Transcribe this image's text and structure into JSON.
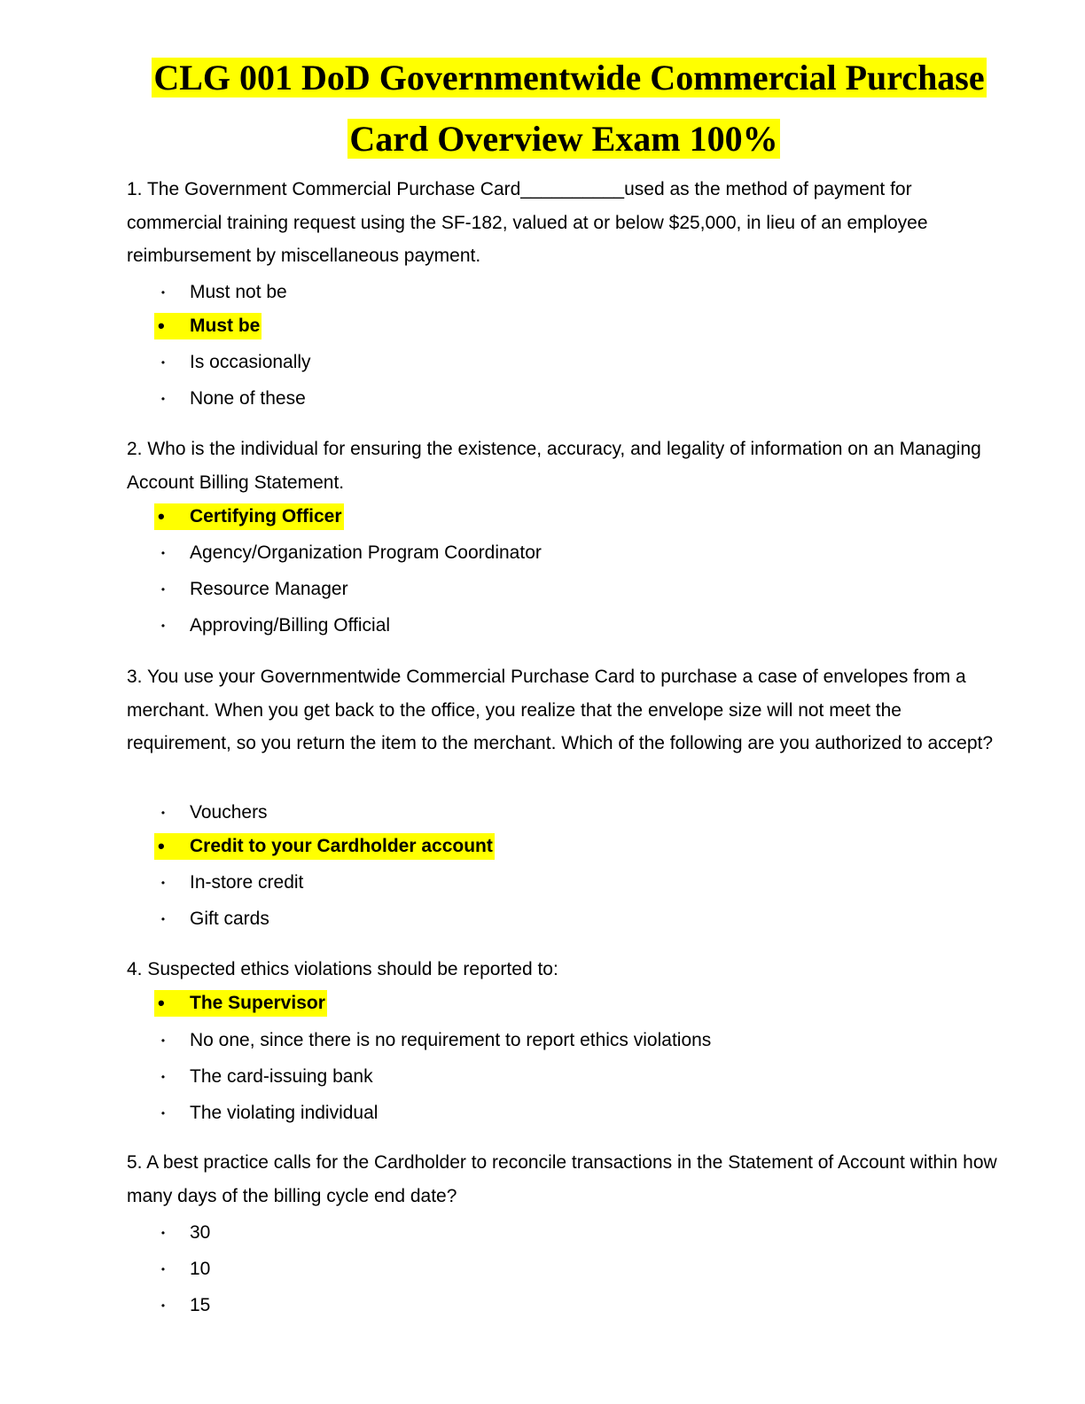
{
  "title": {
    "line1": "CLG 001 DoD Governmentwide Commercial Purchase",
    "line2": "Card Overview Exam 100%"
  },
  "questions": [
    {
      "text": "1. The Government Commercial Purchase Card__________used as the method of payment for commercial training request using the SF-182, valued at or below $25,000, in lieu of an employee reimbursement by miscellaneous payment.",
      "options": [
        {
          "bullet": "•",
          "label": "Must not be",
          "correct": false
        },
        {
          "bullet": "•",
          "label": "Must be",
          "correct": true
        },
        {
          "bullet": "•",
          "label": "Is occasionally",
          "correct": false
        },
        {
          "bullet": "•",
          "label": "None of these",
          "correct": false
        }
      ]
    },
    {
      "text": "2. Who is the individual for ensuring the existence, accuracy, and legality of information on an Managing Account Billing Statement.",
      "options": [
        {
          "bullet": "•",
          "label": "Certifying Officer",
          "correct": true
        },
        {
          "bullet": "•",
          "label": "Agency/Organization Program Coordinator",
          "correct": false
        },
        {
          "bullet": "•",
          "label": "Resource Manager",
          "correct": false
        },
        {
          "bullet": "•",
          "label": "Approving/Billing Official",
          "correct": false
        }
      ]
    },
    {
      "text": "3. You use your Governmentwide Commercial Purchase Card to purchase a case of envelopes from a merchant. When you get back to the office, you realize that the envelope size will not meet the requirement, so you return the item to the merchant. Which of the following are you authorized to accept?",
      "options": [
        {
          "bullet": "•",
          "label": "Vouchers",
          "correct": false
        },
        {
          "bullet": "•",
          "label": "Credit to your Cardholder account",
          "correct": true
        },
        {
          "bullet": "•",
          "label": "In-store credit",
          "correct": false
        },
        {
          "bullet": "•",
          "label": "Gift cards",
          "correct": false
        }
      ]
    },
    {
      "text": "4. Suspected ethics violations should be reported to:",
      "options": [
        {
          "bullet": "•",
          "label": "The Supervisor",
          "correct": true
        },
        {
          "bullet": "•",
          "label": "No one, since there is no requirement to report ethics violations",
          "correct": false
        },
        {
          "bullet": "•",
          "label": "The card-issuing bank",
          "correct": false
        },
        {
          "bullet": "•",
          "label": "The violating individual",
          "correct": false
        }
      ]
    },
    {
      "text": "5. A best practice calls for the Cardholder to reconcile transactions in the Statement of Account within how many days of the billing cycle end date?",
      "options": [
        {
          "bullet": "•",
          "label": "30",
          "correct": false
        },
        {
          "bullet": "•",
          "label": "10",
          "correct": false
        },
        {
          "bullet": "•",
          "label": "15",
          "correct": false
        }
      ]
    }
  ]
}
